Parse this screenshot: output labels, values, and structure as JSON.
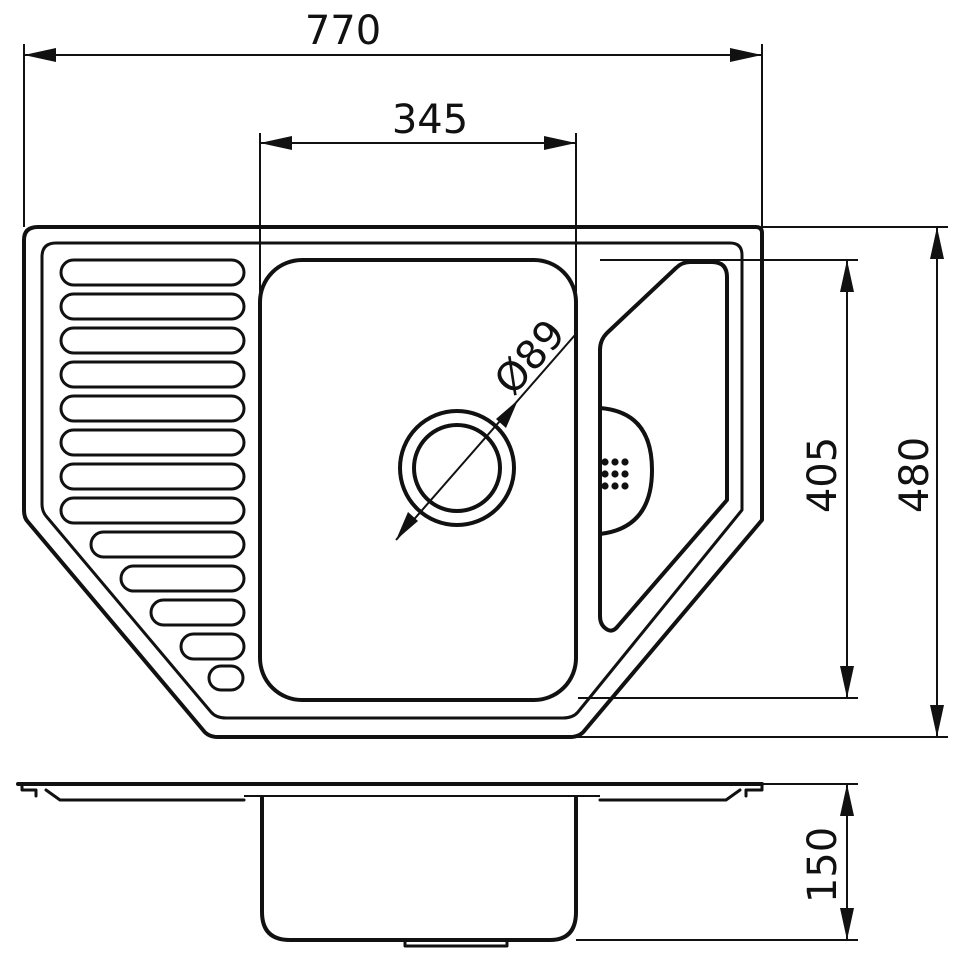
{
  "dimensions": {
    "overall_width": "770",
    "bowl_width": "345",
    "drain_diameter": "Ø89",
    "bowl_length": "405",
    "overall_depth": "480",
    "bowl_depth": "150"
  },
  "colors": {
    "line": "#111111",
    "background": "#ffffff"
  }
}
